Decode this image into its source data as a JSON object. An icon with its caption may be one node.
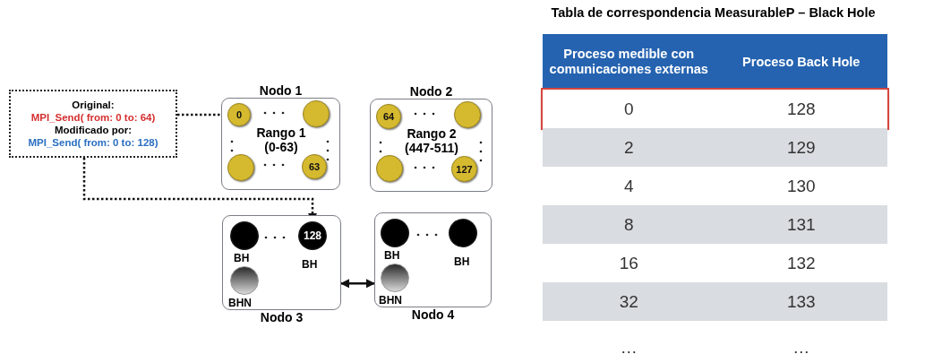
{
  "diagram": {
    "title": "Tabla de correspondencia MeasurableP – Black Hole",
    "nodes": [
      {
        "text": [
          "Original:",
          "MPI_Send( from: 0 to: 64)",
          "Modificado por:",
          "MPI_Send( from: 0 to: 128)"
        ]
      },
      {
        "text": [
          "Nodo 1",
          "Rango 1 (0-63)"
        ]
      },
      {
        "text": [
          "0"
        ],
        "in": 1
      },
      {
        "text": [],
        "shape": "circle",
        "in": 1
      },
      {
        "text": [],
        "shape": "circle",
        "in": 1
      },
      {
        "text": [
          "63"
        ],
        "in": 1
      },
      {
        "text": [
          "Nodo 2",
          "Rango 2 (447-511)"
        ]
      },
      {
        "text": [
          "64"
        ],
        "in": 6
      },
      {
        "text": [],
        "shape": "circle",
        "in": 6
      },
      {
        "text": [],
        "shape": "circle",
        "in": 6
      },
      {
        "text": [
          "127"
        ],
        "in": 6
      },
      {
        "text": [
          "Nodo 3"
        ]
      },
      {
        "text": [],
        "shape": "circle",
        "in": 11,
        "beside": [
          "BH"
        ]
      },
      {
        "text": [
          "128"
        ],
        "in": 11,
        "beside": [
          "BH"
        ]
      },
      {
        "text": [],
        "shape": "circle",
        "in": 11,
        "beside": [
          "BHN"
        ]
      },
      {
        "text": [
          "Nodo 4"
        ]
      },
      {
        "text": [],
        "shape": "circle",
        "in": 15,
        "beside": [
          "BH"
        ]
      },
      {
        "text": [],
        "shape": "circle",
        "in": 15,
        "beside": [
          "BH"
        ]
      },
      {
        "text": [],
        "shape": "circle",
        "in": 15,
        "beside": [
          "BHN"
        ]
      }
    ],
    "edges": [
      {
        "from": 0,
        "to": 2,
        "arrow": "none",
        "style": "dashed"
      },
      {
        "from": 0,
        "to": 13,
        "arrow": "to",
        "style": "dashed"
      },
      {
        "from": 11,
        "to": 15,
        "arrow": "both"
      }
    ],
    "labels": [
      "Proceso medible con comunicaciones externas",
      "Proceso Back Hole",
      "0",
      "128",
      "2",
      "129",
      "4",
      "130",
      "8",
      "131",
      "16",
      "132",
      "32",
      "133",
      "…",
      "…"
    ]
  }
}
